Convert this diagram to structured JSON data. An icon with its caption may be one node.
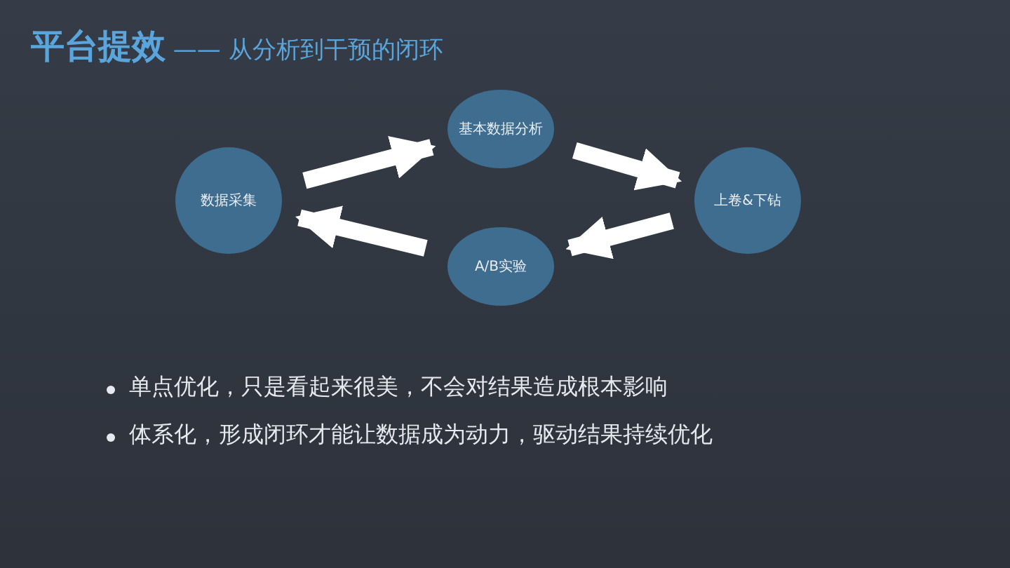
{
  "diagram": {
    "title": "**平台提效** —— 从分析到干预的闭环",
    "nodes": [
      {
        "text": [
          "数据采集"
        ]
      },
      {
        "text": [
          "基本数据分析"
        ]
      },
      {
        "text": [
          "上卷&下钻"
        ]
      },
      {
        "text": [
          "A/B实验"
        ]
      }
    ],
    "edges": [
      {
        "from": 0,
        "to": 1,
        "arrow": "to"
      },
      {
        "from": 1,
        "to": 2,
        "arrow": "to"
      },
      {
        "from": 2,
        "to": 3,
        "arrow": "to"
      },
      {
        "from": 3,
        "to": 0,
        "arrow": "to"
      }
    ],
    "labels": [
      "单点优化，只是看起来很美，不会对结果造成根本影响",
      "体系化，形成闭环才能让数据成为动力，驱动结果持续优化"
    ]
  }
}
